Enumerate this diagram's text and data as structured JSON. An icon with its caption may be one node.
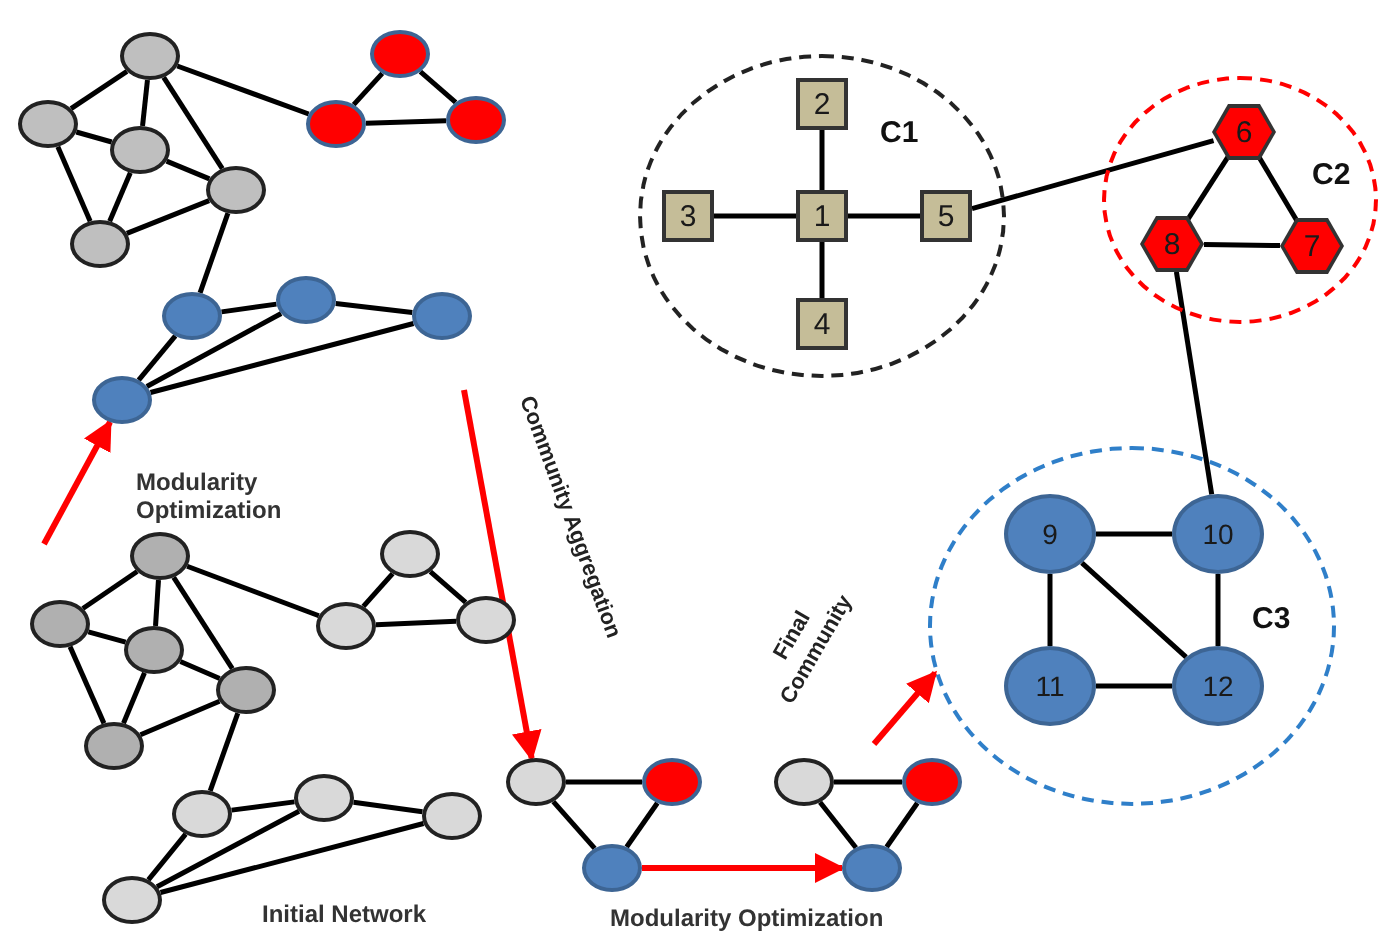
{
  "diagram": {
    "nodes": [
      {
        "text": [],
        "shape": "circle"
      },
      {
        "text": [],
        "shape": "circle"
      },
      {
        "text": [],
        "shape": "circle"
      },
      {
        "text": [],
        "shape": "circle"
      },
      {
        "text": [],
        "shape": "circle"
      },
      {
        "text": [],
        "shape": "circle"
      },
      {
        "text": [],
        "shape": "circle"
      },
      {
        "text": [],
        "shape": "circle"
      },
      {
        "text": [],
        "shape": "circle"
      },
      {
        "text": [],
        "shape": "circle"
      },
      {
        "text": [],
        "shape": "circle"
      },
      {
        "text": [],
        "shape": "circle"
      },
      {
        "text": [
          "C1"
        ]
      },
      {
        "text": [
          "1"
        ],
        "in": 12
      },
      {
        "text": [
          "2"
        ],
        "in": 12
      },
      {
        "text": [
          "3"
        ],
        "in": 12
      },
      {
        "text": [
          "4"
        ],
        "in": 12
      },
      {
        "text": [
          "5"
        ],
        "in": 12
      },
      {
        "text": [
          "C2"
        ]
      },
      {
        "text": [
          "6"
        ],
        "in": 18
      },
      {
        "text": [
          "7"
        ],
        "in": 18
      },
      {
        "text": [
          "8"
        ],
        "in": 18
      },
      {
        "text": [
          "C3"
        ]
      },
      {
        "text": [
          "9"
        ],
        "in": 22
      },
      {
        "text": [
          "10"
        ],
        "in": 22
      },
      {
        "text": [
          "11"
        ],
        "in": 22
      },
      {
        "text": [
          "12"
        ],
        "in": 22
      },
      {
        "text": [],
        "shape": "circle"
      },
      {
        "text": [],
        "shape": "circle"
      },
      {
        "text": [],
        "shape": "circle"
      },
      {
        "text": [],
        "shape": "circle"
      },
      {
        "text": [],
        "shape": "circle"
      },
      {
        "text": [],
        "shape": "circle"
      },
      {
        "text": [],
        "shape": "circle"
      },
      {
        "text": [],
        "shape": "circle"
      },
      {
        "text": [],
        "shape": "circle"
      },
      {
        "text": [],
        "shape": "circle"
      },
      {
        "text": [],
        "shape": "circle"
      },
      {
        "text": [],
        "shape": "circle"
      },
      {
        "text": [],
        "shape": "circle"
      },
      {
        "text": [],
        "shape": "circle"
      },
      {
        "text": [],
        "shape": "circle"
      },
      {
        "text": [],
        "shape": "circle"
      },
      {
        "text": [],
        "shape": "circle"
      },
      {
        "text": [],
        "shape": "circle"
      }
    ],
    "edges": [
      {
        "from": 0,
        "to": 1,
        "arrow": "none"
      },
      {
        "from": 0,
        "to": 2,
        "arrow": "none"
      },
      {
        "from": 0,
        "to": 3,
        "arrow": "none"
      },
      {
        "from": 0,
        "to": 6,
        "arrow": "none"
      },
      {
        "from": 1,
        "to": 2,
        "arrow": "none"
      },
      {
        "from": 1,
        "to": 4,
        "arrow": "none"
      },
      {
        "from": 2,
        "to": 3,
        "arrow": "none"
      },
      {
        "from": 2,
        "to": 4,
        "arrow": "none"
      },
      {
        "from": 4,
        "to": 3,
        "arrow": "none"
      },
      {
        "from": 3,
        "to": 8,
        "arrow": "none"
      },
      {
        "from": 5,
        "to": 6,
        "arrow": "none"
      },
      {
        "from": 5,
        "to": 7,
        "arrow": "none"
      },
      {
        "from": 6,
        "to": 7,
        "arrow": "none"
      },
      {
        "from": 8,
        "to": 9,
        "arrow": "none"
      },
      {
        "from": 8,
        "to": 11,
        "arrow": "none"
      },
      {
        "from": 9,
        "to": 11,
        "arrow": "none"
      },
      {
        "from": 10,
        "to": 9,
        "arrow": "none"
      },
      {
        "from": 10,
        "to": 11,
        "arrow": "none"
      },
      {
        "from": 27,
        "to": 28,
        "arrow": "none"
      },
      {
        "from": 27,
        "to": 29,
        "arrow": "none"
      },
      {
        "from": 27,
        "to": 30,
        "arrow": "none"
      },
      {
        "from": 27,
        "to": 33,
        "arrow": "none"
      },
      {
        "from": 28,
        "to": 29,
        "arrow": "none"
      },
      {
        "from": 28,
        "to": 31,
        "arrow": "none"
      },
      {
        "from": 29,
        "to": 30,
        "arrow": "none"
      },
      {
        "from": 29,
        "to": 31,
        "arrow": "none"
      },
      {
        "from": 31,
        "to": 30,
        "arrow": "none"
      },
      {
        "from": 30,
        "to": 35,
        "arrow": "none"
      },
      {
        "from": 32,
        "to": 33,
        "arrow": "none"
      },
      {
        "from": 32,
        "to": 34,
        "arrow": "none"
      },
      {
        "from": 33,
        "to": 34,
        "arrow": "none"
      },
      {
        "from": 35,
        "to": 36,
        "arrow": "none"
      },
      {
        "from": 35,
        "to": 38,
        "arrow": "none"
      },
      {
        "from": 36,
        "to": 38,
        "arrow": "none"
      },
      {
        "from": 37,
        "to": 36,
        "arrow": "none"
      },
      {
        "from": 37,
        "to": 38,
        "arrow": "none"
      },
      {
        "from": 13,
        "to": 14,
        "arrow": "none"
      },
      {
        "from": 13,
        "to": 15,
        "arrow": "none"
      },
      {
        "from": 13,
        "to": 16,
        "arrow": "none"
      },
      {
        "from": 13,
        "to": 17,
        "arrow": "none"
      },
      {
        "from": 17,
        "to": 19,
        "arrow": "none"
      },
      {
        "from": 19,
        "to": 20,
        "arrow": "none"
      },
      {
        "from": 19,
        "to": 21,
        "arrow": "none"
      },
      {
        "from": 20,
        "to": 21,
        "arrow": "none"
      },
      {
        "from": 21,
        "to": 24,
        "arrow": "none"
      },
      {
        "from": 23,
        "to": 24,
        "arrow": "none"
      },
      {
        "from": 23,
        "to": 25,
        "arrow": "none"
      },
      {
        "from": 23,
        "to": 26,
        "arrow": "none"
      },
      {
        "from": 24,
        "to": 26,
        "arrow": "none"
      },
      {
        "from": 25,
        "to": 26,
        "arrow": "none"
      },
      {
        "from": 39,
        "to": 40,
        "arrow": "none"
      },
      {
        "from": 39,
        "to": 41,
        "arrow": "none"
      },
      {
        "from": 40,
        "to": 41,
        "arrow": "none"
      },
      {
        "from": 42,
        "to": 43,
        "arrow": "none"
      },
      {
        "from": 42,
        "to": 44,
        "arrow": "none"
      },
      {
        "from": 43,
        "to": 44,
        "arrow": "none"
      },
      {
        "from": null,
        "to": 11,
        "arrow": "to",
        "color": "#ff0000"
      },
      {
        "from": null,
        "to": 39,
        "arrow": "to",
        "color": "#ff0000",
        "label": "Community Aggregation"
      },
      {
        "from": 41,
        "to": 44,
        "arrow": "to",
        "color": "#ff0000"
      },
      {
        "from": null,
        "to": 22,
        "arrow": "to",
        "color": "#ff0000",
        "label": "Final Community"
      }
    ],
    "labels": [
      "Modularity Optimization",
      "Initial Network",
      "Modularity Optimization"
    ]
  }
}
